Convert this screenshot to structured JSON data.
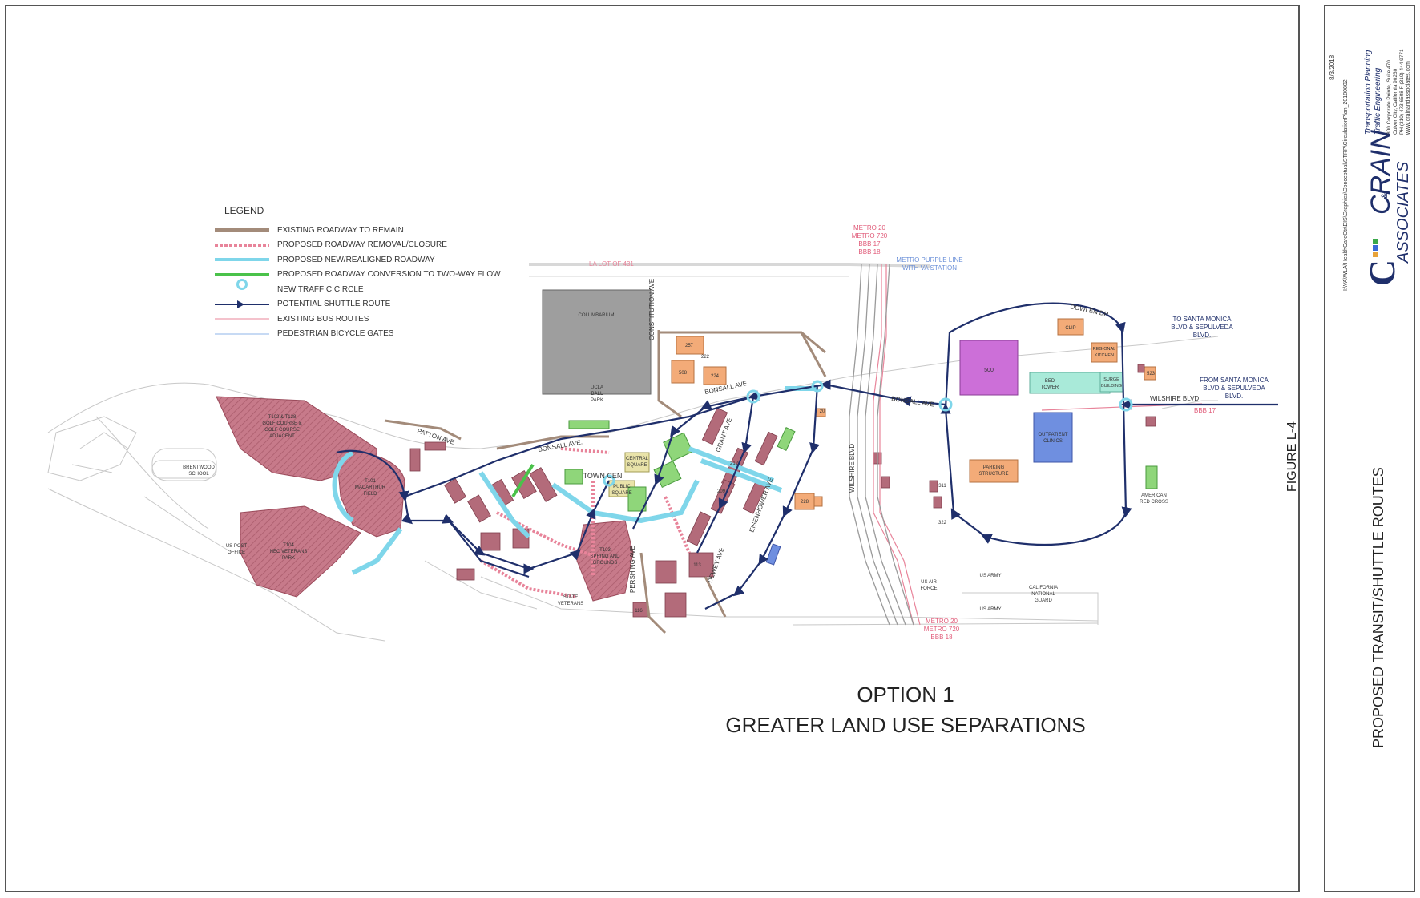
{
  "legend": {
    "title": "LEGEND",
    "items": [
      {
        "label": "EXISTING ROADWAY TO REMAIN",
        "kind": "solid",
        "color": "#a38b7a"
      },
      {
        "label": "PROPOSED ROADWAY REMOVAL/CLOSURE",
        "kind": "dashed",
        "color": "#e8849a"
      },
      {
        "label": "PROPOSED NEW/REALIGNED ROADWAY",
        "kind": "solid",
        "color": "#7fd6ea"
      },
      {
        "label": "PROPOSED ROADWAY CONVERSION TO TWO-WAY FLOW",
        "kind": "solid",
        "color": "#4ac24a"
      },
      {
        "label": "NEW TRAFFIC CIRCLE",
        "kind": "circle",
        "color": "#7fd6ea"
      },
      {
        "label": "POTENTIAL SHUTTLE ROUTE",
        "kind": "arrow",
        "color": "#1f2f6b"
      },
      {
        "label": "EXISTING BUS ROUTES",
        "kind": "thin",
        "color": "#e8849a"
      },
      {
        "label": "PEDESTRIAN BICYCLE GATES",
        "kind": "thin",
        "color": "#8fb4e8"
      }
    ]
  },
  "option": {
    "line1": "OPTION 1",
    "line2": "GREATER LAND USE SEPARATIONS"
  },
  "figure": {
    "label": "FIGURE L-4",
    "title": "PROPOSED TRANSIT/SHUTTLE ROUTES",
    "date": "8/3/2018",
    "path": "I:\\VA\\WLA\\HealthCareCtr\\EIS\\Graphics\\Conceptual\\STRP\\CirculationPlan_20180802"
  },
  "firm": {
    "logo_mark": "C",
    "name": "CRAIN",
    "amp": "&",
    "associates": "ASSOCIATES",
    "line1": "Transportation Planning",
    "line2": "Traffic Engineering",
    "addr1": "300 Corporate Pointe, Suite 470",
    "addr2": "Culver City, California 90230",
    "phone": "PH (310) 473 6508   F (310) 444 9771",
    "web": "www.crainandassociates.com"
  },
  "streets": {
    "bonsall_west": "BONSALL AVE.",
    "bonsall_mid": "BONSALL AVE.",
    "bonsall_east": "BONSALL AVE",
    "patton": "PATTON AVE",
    "constitution": "CONSTITUTION AVE",
    "grant": "GRANT AVE",
    "eisenhower": "EISENHOWER AVE",
    "pershing": "PERSHING AVE",
    "dewey": "DEWEY AVE",
    "dowlen": "DOWLEN DR",
    "wilshire": "WILSHIRE BLVD",
    "lot": "LA LOT OF 431",
    "wilshire_east": "WILSHIRE BLVD."
  },
  "bus_labels": {
    "north": [
      "METRO 20",
      "METRO 720",
      "BBB 17",
      "BBB 18"
    ],
    "south": [
      "METRO 20",
      "METRO 720",
      "BBB 18"
    ],
    "east": "BBB 17",
    "purple": [
      "METRO PURPLE LINE",
      "WITH VA STATION"
    ],
    "to_sm": [
      "TO SANTA MONICA",
      "BLVD & SEPULVEDA",
      "BLVD."
    ],
    "from_sm": [
      "FROM SANTA MONICA",
      "BLVD & SEPULVEDA",
      "BLVD."
    ]
  },
  "places": {
    "golf": [
      "T102 & T128",
      "GOLF COURSE &",
      "GOLF COURSE",
      "ADJACENT"
    ],
    "macarthur": [
      "T101",
      "MACARTHUR",
      "FIELD"
    ],
    "veterans_park": [
      "T104",
      "NEC VETERANS",
      "PARK"
    ],
    "post_office": [
      "US POST",
      "OFFICE"
    ],
    "brentwood": [
      "BRENTWOOD",
      "SCHOOL"
    ],
    "columbarium": "COLUMBARIUM",
    "ucla": [
      "UCLA",
      "BALL",
      "PARK"
    ],
    "town_center": "TOWN CEN",
    "central_square": [
      "CENTRAL",
      "SQUARE"
    ],
    "public_square": [
      "PUBLIC",
      "SQUARE"
    ],
    "spring_grounds": [
      "T103",
      "SPRING AND",
      "GROUNDS"
    ],
    "state_home": [
      "STATE",
      "VETERANS"
    ],
    "clip": "CLIP",
    "regional_kitchen": [
      "REGIONAL",
      "KITCHEN"
    ],
    "bed_tower": [
      "BED",
      "TOWER"
    ],
    "surge": [
      "SURGE",
      "BUILDING"
    ],
    "outpatient": [
      "OUTPATIENT",
      "CLINICS"
    ],
    "parking": [
      "PARKING",
      "STRUCTURE"
    ],
    "red_cross": [
      "AMERICAN",
      "RED CROSS"
    ],
    "air_force": [
      "US AIR",
      "FORCE"
    ],
    "us_army": "US ARMY",
    "us_army2": "US ARMY",
    "natl_guard": [
      "CALIFORNIA",
      "NATIONAL",
      "GUARD"
    ],
    "b500": "500",
    "b508": "508",
    "b257": "257",
    "b224": "224",
    "b222": "222",
    "b209": "209",
    "b20": "20",
    "b228": "228",
    "b113": "113",
    "b116": "116",
    "b212": "212",
    "b311": "311",
    "b322": "322",
    "b523": "523"
  }
}
